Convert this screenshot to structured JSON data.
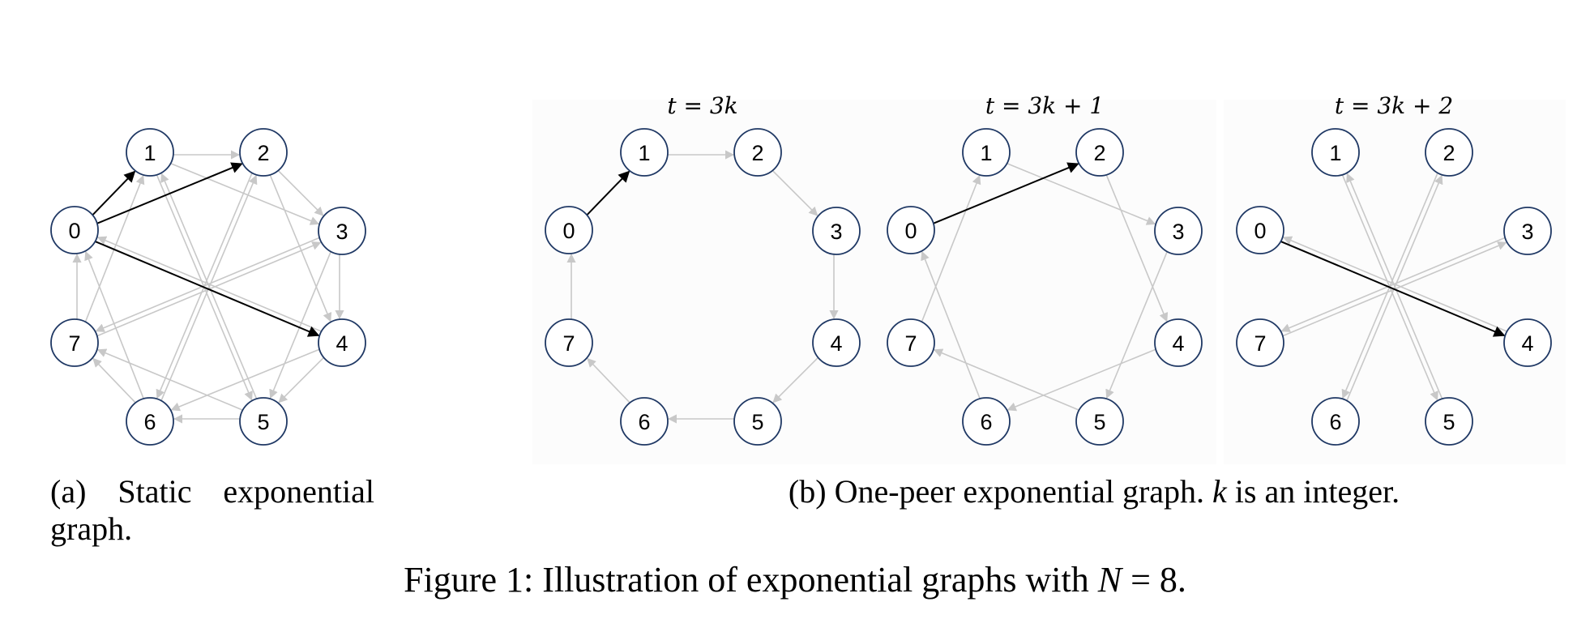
{
  "graphs": {
    "node_labels": [
      "0",
      "1",
      "2",
      "3",
      "4",
      "5",
      "6",
      "7"
    ],
    "static": {
      "highlighted_edges": [
        [
          0,
          1
        ],
        [
          0,
          2
        ],
        [
          0,
          4
        ]
      ],
      "edges": [
        [
          1,
          2
        ],
        [
          2,
          3
        ],
        [
          3,
          4
        ],
        [
          4,
          5
        ],
        [
          5,
          6
        ],
        [
          6,
          7
        ],
        [
          7,
          0
        ],
        [
          1,
          3
        ],
        [
          2,
          4
        ],
        [
          3,
          5
        ],
        [
          4,
          6
        ],
        [
          5,
          7
        ],
        [
          6,
          0
        ],
        [
          7,
          1
        ],
        [
          1,
          5
        ],
        [
          2,
          6
        ],
        [
          3,
          7
        ],
        [
          4,
          0
        ],
        [
          5,
          1
        ],
        [
          6,
          2
        ],
        [
          7,
          3
        ]
      ]
    },
    "panels": [
      {
        "title": "t = 3k",
        "highlighted_edges": [
          [
            0,
            1
          ]
        ],
        "edges": [
          [
            1,
            2
          ],
          [
            2,
            3
          ],
          [
            3,
            4
          ],
          [
            4,
            5
          ],
          [
            5,
            6
          ],
          [
            6,
            7
          ],
          [
            7,
            0
          ]
        ]
      },
      {
        "title": "t = 3k + 1",
        "highlighted_edges": [
          [
            0,
            2
          ]
        ],
        "edges": [
          [
            1,
            3
          ],
          [
            2,
            4
          ],
          [
            3,
            5
          ],
          [
            4,
            6
          ],
          [
            5,
            7
          ],
          [
            6,
            0
          ],
          [
            7,
            1
          ]
        ]
      },
      {
        "title": "t = 3k + 2",
        "highlighted_edges": [
          [
            0,
            4
          ]
        ],
        "edges": [
          [
            1,
            5
          ],
          [
            2,
            6
          ],
          [
            3,
            7
          ],
          [
            4,
            0
          ],
          [
            5,
            1
          ],
          [
            6,
            2
          ],
          [
            7,
            3
          ]
        ]
      }
    ]
  },
  "captions": {
    "a_prefix": "(a)",
    "a_text": "Static exponential graph.",
    "b_prefix": "(b) One-peer exponential graph.",
    "b_var": "k",
    "b_suffix": "is an integer.",
    "figure_prefix": "Figure 1: Illustration of exponential graphs with",
    "figure_var": "N",
    "figure_suffix": "= 8."
  },
  "colors": {
    "highlight_edge": "#000000",
    "edge": "#c8c8c8",
    "node_stroke": "#1f3864",
    "panel_bg": "#fcfcfc"
  }
}
